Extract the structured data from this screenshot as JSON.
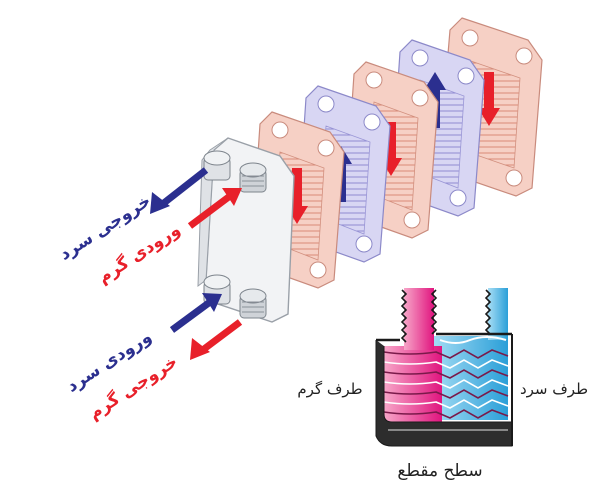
{
  "labels": {
    "cold_outlet": "خروجی سرد",
    "hot_inlet": "ورودی گرم",
    "cold_inlet": "ورودی سرد",
    "hot_outlet": "خروجی گرم",
    "hot_side": "طرف گرم",
    "cold_side": "طرف سرد",
    "cross_section": "سطح مقطع"
  },
  "colors": {
    "hot": "#e8202a",
    "cold": "#2b2f8f",
    "hot_plate": "#f3c3b6",
    "cold_plate": "#cfcdf0",
    "hot_section": "#e23b8c",
    "cold_section": "#4fb3e3"
  }
}
